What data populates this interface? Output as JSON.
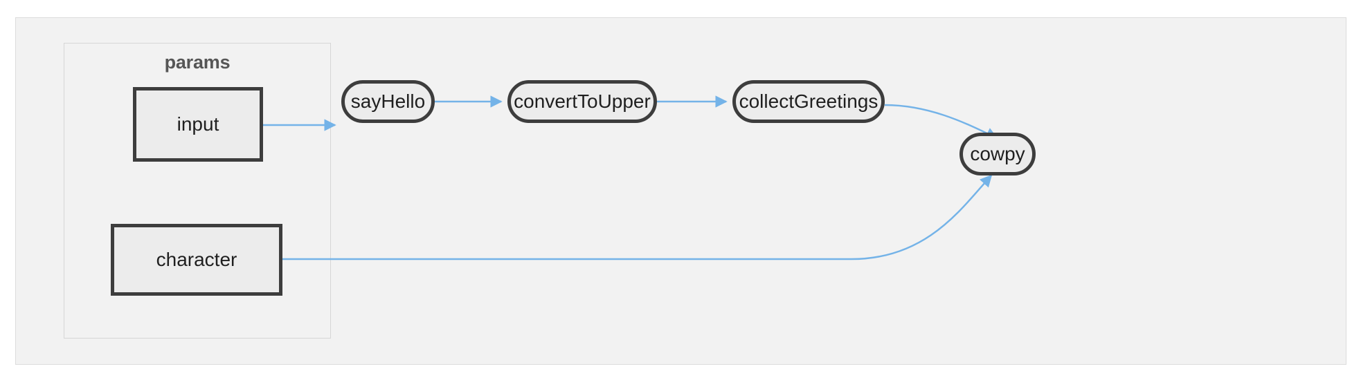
{
  "diagram": {
    "type": "flowchart",
    "direction": "left-to-right",
    "background_color": "#ffffff",
    "frame_color": "#f2f2f2",
    "frame_border_color": "#dcdcdc",
    "node_fill": "#ececec",
    "node_border": "#3d3d3d",
    "edge_color": "#74b3e8",
    "label_color": "#1f1f1f",
    "cluster_label_color": "#565656"
  },
  "cluster": {
    "label": "params",
    "border_color": "#d6d6d6"
  },
  "nodes": [
    {
      "id": "input",
      "label": "input",
      "shape": "rect"
    },
    {
      "id": "character",
      "label": "character",
      "shape": "rect"
    },
    {
      "id": "sayHello",
      "label": "sayHello",
      "shape": "stadium"
    },
    {
      "id": "convertToUpper",
      "label": "convertToUpper",
      "shape": "stadium"
    },
    {
      "id": "collectGreetings",
      "label": "collectGreetings",
      "shape": "stadium"
    },
    {
      "id": "cowpy",
      "label": "cowpy",
      "shape": "stadium"
    }
  ],
  "edges": [
    {
      "from": "input",
      "to": "sayHello",
      "style": "straight",
      "arrow": "triangle"
    },
    {
      "from": "sayHello",
      "to": "convertToUpper",
      "style": "straight",
      "arrow": "triangle"
    },
    {
      "from": "convertToUpper",
      "to": "collectGreetings",
      "style": "straight",
      "arrow": "triangle"
    },
    {
      "from": "collectGreetings",
      "to": "cowpy",
      "style": "curved",
      "arrow": "triangle"
    },
    {
      "from": "character",
      "to": "cowpy",
      "style": "curved",
      "arrow": "triangle"
    }
  ]
}
